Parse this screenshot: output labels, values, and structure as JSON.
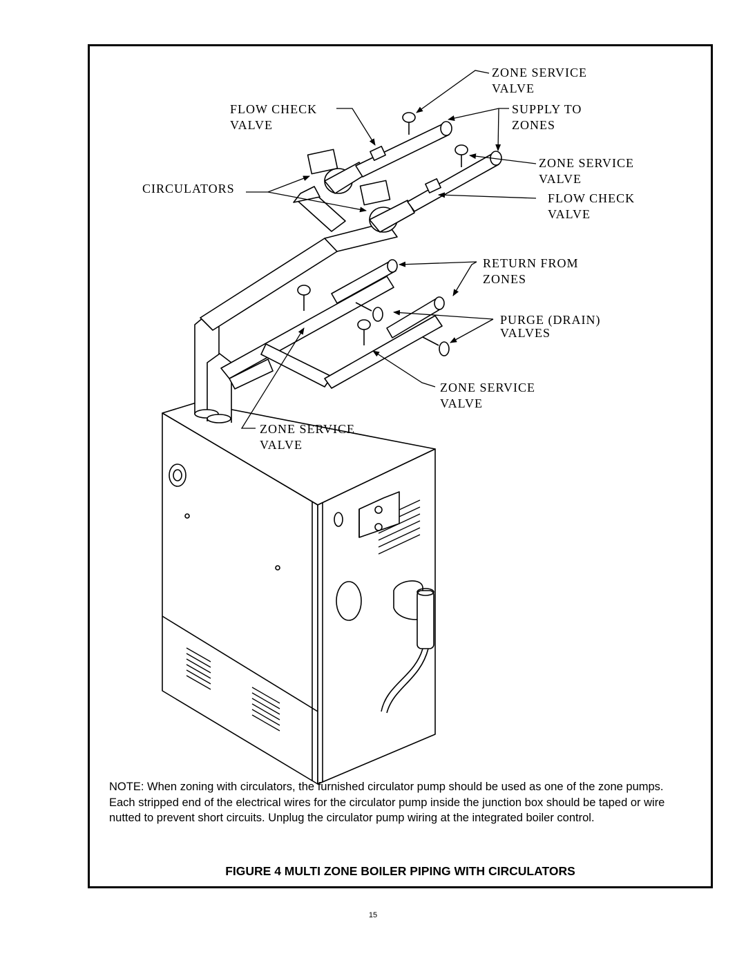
{
  "labels": {
    "zone_service_valve_top": [
      "ZONE SERVICE",
      "VALVE"
    ],
    "flow_check_valve_left": [
      "FLOW CHECK",
      "VALVE"
    ],
    "supply_to_zones": [
      "SUPPLY TO",
      "ZONES"
    ],
    "zone_service_valve_right": [
      "ZONE SERVICE",
      "VALVE"
    ],
    "circulators": "CIRCULATORS",
    "flow_check_valve_right": [
      "FLOW CHECK",
      "VALVE"
    ],
    "return_from_zones": [
      "RETURN FROM",
      "ZONES"
    ],
    "purge_drain_valves": [
      "PURGE (DRAIN)",
      "VALVES"
    ],
    "zone_service_valve_lower_right": [
      "ZONE SERVICE",
      "VALVE"
    ],
    "zone_service_valve_bottom": [
      "ZONE SERVICE",
      "VALVE"
    ]
  },
  "note": "NOTE: When zoning with circulators, the furnished circulator pump should be used as one of the zone pumps.  Each stripped end of the electrical wires for the circulator pump inside the junction box should be taped or wire nutted to prevent short circuits.  Unplug the circulator pump wiring at the integrated boiler control.",
  "caption": "FIGURE 4   MULTI ZONE BOILER PIPING WITH CIRCULATORS",
  "page_number": "15"
}
